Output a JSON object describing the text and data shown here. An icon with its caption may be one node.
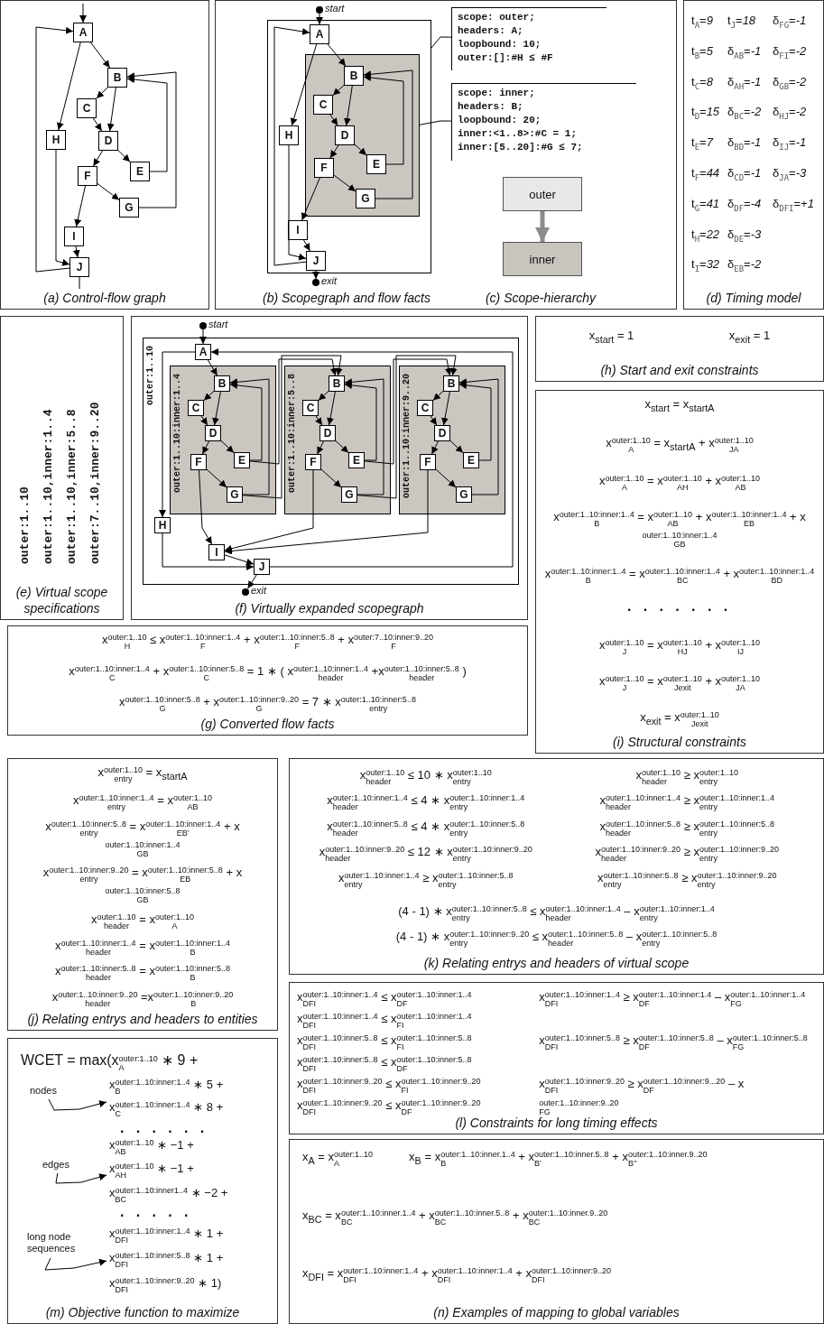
{
  "diagram": {
    "nodes": [
      {
        "text": [
          "(a) Control-flow graph"
        ]
      },
      {
        "text": [
          "A"
        ],
        "in": 0
      },
      {
        "text": [
          "B"
        ],
        "in": 0
      },
      {
        "text": [
          "C"
        ],
        "in": 0
      },
      {
        "text": [
          "D"
        ],
        "in": 0
      },
      {
        "text": [
          "E"
        ],
        "in": 0
      },
      {
        "text": [
          "F"
        ],
        "in": 0
      },
      {
        "text": [
          "G"
        ],
        "in": 0
      },
      {
        "text": [
          "H"
        ],
        "in": 0
      },
      {
        "text": [
          "I"
        ],
        "in": 0
      },
      {
        "text": [
          "J"
        ],
        "in": 0
      },
      {
        "text": [
          "(b) Scopegraph and flow facts",
          "(c) Scope-hierarchy"
        ]
      },
      {
        "text": [],
        "shape": "box",
        "in": 11
      },
      {
        "text": [],
        "shape": "circle",
        "beside": [
          "start"
        ],
        "in": 11
      },
      {
        "text": [
          "A"
        ],
        "in": 12
      },
      {
        "text": [],
        "shape": "box",
        "in": 12
      },
      {
        "text": [
          "B"
        ],
        "in": 15
      },
      {
        "text": [
          "C"
        ],
        "in": 15
      },
      {
        "text": [
          "D"
        ],
        "in": 15
      },
      {
        "text": [
          "E"
        ],
        "in": 15
      },
      {
        "text": [
          "F"
        ],
        "in": 15
      },
      {
        "text": [
          "G"
        ],
        "in": 15
      },
      {
        "text": [
          "H"
        ],
        "in": 12
      },
      {
        "text": [
          "I"
        ],
        "in": 12
      },
      {
        "text": [
          "J"
        ],
        "in": 12
      },
      {
        "text": [],
        "shape": "circle",
        "beside": [
          "exit"
        ],
        "in": 11
      },
      {
        "text": [
          "scope: outer;",
          "headers: A;",
          "loopbound: 10;",
          "outer:[]:#H ≤ #F"
        ],
        "in": 11
      },
      {
        "text": [
          "scope: inner;",
          "headers: B;",
          "loopbound: 20;",
          "inner:<1..8>:#C = 1;",
          "inner:[5..20]:#G ≤ 7;"
        ],
        "in": 11
      },
      {
        "text": [
          "outer"
        ],
        "in": 11
      },
      {
        "text": [
          "inner"
        ],
        "in": 11
      },
      {
        "text": [
          "t$_{A}$=*9*",
          "t$_{B}$=*5*",
          "t$_{C}$=*8*",
          "t$_{D}$=*15*",
          "t$_{E}$=*7*",
          "t$_{F}$=*44*",
          "t$_{G}$=*41*",
          "t$_{H}$=*22*",
          "t$_{I}$=*32*",
          "t$_{J}$=*18*",
          "δ$_{AB}$=*-1*",
          "δ$_{AH}$=*-1*",
          "δ$_{BC}$=*-2*",
          "δ$_{BD}$=*-1*",
          "δ$_{CD}$=*-1*",
          "δ$_{DF}$=*-4*",
          "δ$_{DE}$=*-3*",
          "δ$_{EB}$=*-2*",
          "δ$_{FG}$=*-1*",
          "δ$_{FI}$=*-2*",
          "δ$_{GB}$=*-2*",
          "δ$_{HJ}$=*-2*",
          "δ$_{IJ}$=*-1*",
          "δ$_{JA}$=*-3*",
          "δ$_{DFI}$=*+1*",
          "(d) Timing model"
        ]
      },
      {
        "text": [
          "outer:1..10",
          "outer:1..10,inner:1..4",
          "outer:1..10,inner:5..8",
          "outer:7..10,inner:9..20",
          "(e) Virtual scope specifications"
        ]
      },
      {
        "text": [
          "(f) Virtually expanded scopegraph"
        ]
      },
      {
        "text": [],
        "shape": "circle",
        "beside": [
          "start"
        ],
        "in": 32
      },
      {
        "text": [
          "outer:1..10"
        ],
        "in": 32
      },
      {
        "text": [
          "A"
        ],
        "in": 34
      },
      {
        "text": [
          "outer:1..10:inner:1..4"
        ],
        "in": 34
      },
      {
        "text": [
          "B"
        ],
        "in": 36
      },
      {
        "text": [
          "C"
        ],
        "in": 36
      },
      {
        "text": [
          "D"
        ],
        "in": 36
      },
      {
        "text": [
          "E"
        ],
        "in": 36
      },
      {
        "text": [
          "F"
        ],
        "in": 36
      },
      {
        "text": [
          "G"
        ],
        "in": 36
      },
      {
        "text": [
          "outer:1..10:inner:5..8"
        ],
        "in": 34
      },
      {
        "text": [
          "B"
        ],
        "in": 43
      },
      {
        "text": [
          "C"
        ],
        "in": 43
      },
      {
        "text": [
          "D"
        ],
        "in": 43
      },
      {
        "text": [
          "E"
        ],
        "in": 43
      },
      {
        "text": [
          "F"
        ],
        "in": 43
      },
      {
        "text": [
          "G"
        ],
        "in": 43
      },
      {
        "text": [
          "outer:1..10:inner:9..20"
        ],
        "in": 34
      },
      {
        "text": [
          "B"
        ],
        "in": 50
      },
      {
        "text": [
          "C"
        ],
        "in": 50
      },
      {
        "text": [
          "D"
        ],
        "in": 50
      },
      {
        "text": [
          "E"
        ],
        "in": 50
      },
      {
        "text": [
          "F"
        ],
        "in": 50
      },
      {
        "text": [
          "G"
        ],
        "in": 50
      },
      {
        "text": [
          "H"
        ],
        "in": 34
      },
      {
        "text": [
          "I"
        ],
        "in": 34
      },
      {
        "text": [
          "J"
        ],
        "in": 34
      },
      {
        "text": [],
        "shape": "circle",
        "beside": [
          "exit"
        ],
        "in": 32
      },
      {
        "text": [
          "x$_{start}$ = 1",
          "x$_{exit}$ = 1",
          "(h) Start and exit constraints"
        ]
      },
      {
        "text": [
          "x$_{start}$ = x$_{startA}$",
          "x$_{A}$$^{outer:1..10}$ = x$_{startA}$ + x$_{JA}$$^{outer:1..10}$",
          "x$_{A}$$^{outer:1..10}$ = x$_{AH}$$^{outer:1..10}$ + x$_{AB}$$^{outer:1..10}$",
          "x$_{B}$$^{outer:1..10:inner:1..4}$ = x$_{AB}$$^{outer:1..10}$ + x$_{EB}$$^{outer:1..10:inner:1..4}$ + x$_{GB}$$^{outer:1..10:inner:1..4}$",
          "x$_{B}$$^{outer:1..10:inner:1..4}$ = x$_{BC}$$^{outer:1..10:inner:1..4}$ + x$_{BD}$$^{outer:1..10:inner:1..4}$",
          "· · · · · · ·",
          "x$_{J}$$^{outer:1..10}$ = x$_{HJ}$$^{outer:1..10}$ + x$_{IJ}$$^{outer:1..10}$",
          "x$_{J}$$^{outer:1..10}$ = x$_{Jexit}$$^{outer:1..10}$ + x$_{JA}$$^{outer:1..10}$",
          "x$_{exit}$ = x$_{Jexit}$$^{outer:1..10}$",
          "(i) Structural constraints"
        ]
      },
      {
        "text": [
          "x$_{H}$$^{outer:1..10}$ ≤ x$_{F}$$^{outer:1..10:inner:1..4}$ + x$_{F}$$^{outer:1..10:inner:5..8}$ + x$_{F}$$^{outer:7..10:inner:9..20}$",
          "x$_{C}$$^{outer:1..10:inner:1..4}$ + x$_{C}$$^{outer:1..10:inner:5..8}$ = 1 ∗ ( x$_{header}$$^{outer:1..10:inner:1..4}$ +x$_{header}$$^{outer:1..10:inner:5..8}$ )",
          "x$_{G}$$^{outer:1..10:inner:5..8}$ + x$_{G}$$^{outer:1..10:inner:9..20}$ = 7 ∗ x$_{entry}$$^{outer:1..10:inner:5..8}$",
          "(g) Converted flow facts"
        ]
      },
      {
        "text": [
          "x$_{entry}$$^{outer:1..10}$ = x$_{startA}$",
          "x$_{entry}$$^{outer:1..10:inner:1..4}$ = x$_{AB}$$^{outer:1..10}$",
          "x$_{entry}$$^{outer:1..10:inner:5..8}$ = x$_{EB’}$$^{outer:1..10:inner:1..4}$ + x$_{GB}$$^{outer:1..10:inner:1..4}$",
          "x$_{entry}$$^{outer:1..10:inner:9..20}$ = x$_{EB}$$^{outer:1..10:inner:5..8}$ + x$_{GB}$$^{outer:1..10:inner:5..8}$",
          "x$_{header}$$^{outer:1..10}$ = x$_{A}$$^{outer:1..10}$",
          "x$_{header}$$^{outer:1..10:inner:1..4}$ = x$_{B}$$^{outer:1..10:inner:1..4}$",
          "x$_{header}$$^{outer:1..10:inner:5..8}$ = x$_{B}$$^{outer:1..10:inner:5..8}$",
          "x$_{header}$$^{outer:1..10:inner:9..20}$ =x$_{B}$$^{outer:1..10:inner:9..20}$",
          "(j) Relating entrys and headers to entities"
        ]
      },
      {
        "text": [
          "x$_{header}$$^{outer:1..10}$ ≤ 10 ∗ x$_{entry}$$^{outer:1..10}$",
          "x$_{header}$$^{outer:1..10}$ ≥ x$_{entry}$$^{outer:1..10}$",
          "x$_{header}$$^{outer:1..10:inner:1..4}$ ≤ 4 ∗ x$_{entry}$$^{outer:1..10:inner:1..4}$",
          "x$_{header}$$^{outer:1..10:inner:1..4}$ ≥ x$_{entry}$$^{outer:1..10:inner:1..4}$",
          "x$_{header}$$^{outer:1..10:inner:5..8}$ ≤ 4 ∗ x$_{entry}$$^{outer:1..10:inner:5..8}$",
          "x$_{header}$$^{outer:1..10:inner:5..8}$ ≥ x$_{entry}$$^{outer:1..10:inner:5..8}$",
          "x$_{header}$$^{outer:1..10:inner:9..20}$ ≤ 12 ∗ x$_{entry}$$^{outer:1..10:inner:9..20}$",
          "x$_{header}$$^{outer:1..10:inner:9..20}$ ≥ x$_{entry}$$^{outer:1..10:inner:9..20}$",
          "x$_{entry}$$^{outer:1..10:inner:1..4}$ ≥ x$_{entry}$$^{outer:1..10:inner:5..8}$",
          "x$_{entry}$$^{outer:1..10:inner:5..8}$ ≥ x$_{entry}$$^{outer:1..10:inner:9..20}$",
          "(4 - 1) ∗ x$_{entry}$$^{outer:1..10:inner:5..8}$ ≤ x$_{header}$$^{outer:1..10:inner:1..4}$ – x$_{entry}$$^{outer:1..10:inner:1..4}$",
          "(4 - 1) ∗ x$_{entry}$$^{outer:1..10:inner:9..20}$ ≤ x$_{header}$$^{outer:1..10:inner:5..8}$ – x$_{entry}$$^{outer:1..10:inner:5..8}$",
          "(k) Relating entrys and headers of virtual scope"
        ]
      },
      {
        "text": [
          "x$_{DFI}$$^{outer:1..10:inner:1..4}$ ≤ x$_{DF}$$^{outer:1..10:inner:1..4}$",
          "x$_{DFI}$$^{outer:1..10:inner:1..4}$ ≤ x$_{FI}$$^{outer:1..10:inner:1..4}$",
          "x$_{DFI}$$^{outer:1..10:inner:1..4}$ ≥ x$_{DF}$$^{outer:1..10:inner:1.4}$ – x$_{FG}$$^{outer:1..10:inner:1..4}$",
          "x$_{DFI}$$^{outer:1..10:inner:5..8}$ ≤ x$_{FI}$$^{outer:1..10:inner:5..8}$",
          "x$_{DFI}$$^{outer:1..10:inner:5..8}$ ≤ x$_{DF}$$^{outer:1..10:inner:5..8}$",
          "x$_{DFI}$$^{outer:1..10:inner:5..8}$ ≥ x$_{DF}$$^{outer:1..10:inner:5..8}$ – x$_{FG}$$^{outer:1..10:inner:5..8}$",
          "x$_{DFI}$$^{outer:1..10:inner:9..20}$ ≤ x$_{FI}$$^{outer:1..10:inner:9..20}$",
          "x$_{DFI}$$^{outer:1..10:inner:9..20}$ ≤ x$_{DF}$$^{outer:1..10:inner:9..20}$",
          "x$_{DFI}$$^{outer:1..10:inner:9..20}$ ≥ x$_{DF}$$^{outer:1..10:inner:9...20}$ – x$_{FG}$$^{outer:1..10:inner:9..20}$",
          "(l) Constraints for long timing effects"
        ]
      },
      {
        "text": [
          "WCET = max(x$_{A}$$^{outer:1..10}$ ∗ 9 +",
          "x$_{B}$$^{outer:1..10:inner:1..4}$ ∗ 5 +",
          "x$_{C}$$^{outer:1..10:inner:1..4}$ ∗ 8 +",
          "· · · · · ·",
          "x$_{AB}$$^{outer:1..10}$ ∗ −1 +",
          "x$_{AH}$$^{outer:1..10}$ ∗ −1 +",
          "x$_{BC}$$^{outer:1..10:inner1..4}$ ∗ −2 +",
          "· · · · ·",
          "x$_{DFI}$$^{outer:1..10:inner:1..4}$ ∗ 1 +",
          "x$_{DFI}$$^{outer:1..10:inner:5..8}$ ∗ 1 +",
          "x$_{DFI}$$^{outer:1..10:inner:9..20}$ ∗ 1)",
          "(m) Objective function to maximize"
        ]
      },
      {
        "text": [
          "nodes"
        ],
        "in": 67
      },
      {
        "text": [
          "edges"
        ],
        "in": 67
      },
      {
        "text": [
          "long node sequences"
        ],
        "in": 67
      },
      {
        "text": [
          "x$_{A}$ = x$_{A}$$^{outer:1..10}$",
          "x$_{B}$ = x$_{B}$$^{outer:1..10:inner.1..4}$ + x$_{B’}$$^{outer:1..10:inner.5..8}$ + x$_{B’’}$$^{outer:1..10:inner.9..20}$",
          "x$_{BC}$ = x$_{BC}$$^{outer:1..10:inner.1..4}$ + x$_{BC}$$^{outer:1..10:inner.5..8}$ + x$_{BC}$$^{outer:1..10:inner.9..20}$",
          "x$_{DFI}$ = x$_{DFI}$$^{outer:1..10:inner:1..4}$ + x$_{DFI}$$^{outer:1..10:inner:1..4}$ + x$_{DFI}$$^{outer:1..10:inner:9..20}$",
          "(n) Examples of mapping to global variables"
        ]
      }
    ],
    "edges": [
      {
        "from": null,
        "to": 1,
        "arrow": "to"
      },
      {
        "from": 1,
        "to": 2,
        "arrow": "to"
      },
      {
        "from": 1,
        "to": 8,
        "arrow": "to"
      },
      {
        "from": 2,
        "to": 3,
        "arrow": "to"
      },
      {
        "from": 2,
        "to": 4,
        "arrow": "to"
      },
      {
        "from": 3,
        "to": 4,
        "arrow": "to"
      },
      {
        "from": 4,
        "to": 5,
        "arrow": "to"
      },
      {
        "from": 4,
        "to": 6,
        "arrow": "to"
      },
      {
        "from": 5,
        "to": 2,
        "arrow": "to"
      },
      {
        "from": 6,
        "to": 7,
        "arrow": "to"
      },
      {
        "from": 6,
        "to": 9,
        "arrow": "to"
      },
      {
        "from": 7,
        "to": 2,
        "arrow": "to"
      },
      {
        "from": 8,
        "to": 10,
        "arrow": "to"
      },
      {
        "from": 9,
        "to": 10,
        "arrow": "to"
      },
      {
        "from": 10,
        "to": 1,
        "arrow": "to"
      },
      {
        "from": 10,
        "to": null,
        "arrow": "none"
      },
      {
        "from": 13,
        "to": 14,
        "arrow": "to"
      },
      {
        "from": 14,
        "to": 16,
        "arrow": "to"
      },
      {
        "from": 14,
        "to": 22,
        "arrow": "to"
      },
      {
        "from": 16,
        "to": 17,
        "arrow": "to"
      },
      {
        "from": 16,
        "to": 18,
        "arrow": "to"
      },
      {
        "from": 17,
        "to": 18,
        "arrow": "to"
      },
      {
        "from": 18,
        "to": 19,
        "arrow": "to"
      },
      {
        "from": 18,
        "to": 20,
        "arrow": "to"
      },
      {
        "from": 19,
        "to": 16,
        "arrow": "to"
      },
      {
        "from": 20,
        "to": 21,
        "arrow": "to"
      },
      {
        "from": 20,
        "to": 23,
        "arrow": "to"
      },
      {
        "from": 21,
        "to": 16,
        "arrow": "to"
      },
      {
        "from": 22,
        "to": 24,
        "arrow": "to"
      },
      {
        "from": 23,
        "to": 24,
        "arrow": "to"
      },
      {
        "from": 24,
        "to": 14,
        "arrow": "to"
      },
      {
        "from": 24,
        "to": 25,
        "arrow": "to"
      },
      {
        "from": 26,
        "to": 12,
        "arrow": "none"
      },
      {
        "from": 27,
        "to": 15,
        "arrow": "none"
      },
      {
        "from": 28,
        "to": 29,
        "arrow": "to",
        "style": "thick",
        "color": "#8c8c8c"
      },
      {
        "from": 33,
        "to": 35,
        "arrow": "to"
      },
      {
        "from": 35,
        "to": 37,
        "arrow": "to"
      },
      {
        "from": 35,
        "to": 57,
        "arrow": "to"
      },
      {
        "from": 37,
        "to": 38,
        "arrow": "to"
      },
      {
        "from": 37,
        "to": 39,
        "arrow": "to"
      },
      {
        "from": 38,
        "to": 39,
        "arrow": "to"
      },
      {
        "from": 39,
        "to": 40,
        "arrow": "to"
      },
      {
        "from": 39,
        "to": 41,
        "arrow": "to"
      },
      {
        "from": 40,
        "to": 37,
        "arrow": "to"
      },
      {
        "from": 41,
        "to": 42,
        "arrow": "to"
      },
      {
        "from": 42,
        "to": 37,
        "arrow": "to"
      },
      {
        "from": 41,
        "to": 58,
        "arrow": "to"
      },
      {
        "from": 44,
        "to": 45,
        "arrow": "to"
      },
      {
        "from": 44,
        "to": 46,
        "arrow": "to"
      },
      {
        "from": 45,
        "to": 46,
        "arrow": "to"
      },
      {
        "from": 46,
        "to": 47,
        "arrow": "to"
      },
      {
        "from": 46,
        "to": 48,
        "arrow": "to"
      },
      {
        "from": 47,
        "to": 44,
        "arrow": "to"
      },
      {
        "from": 48,
        "to": 49,
        "arrow": "to"
      },
      {
        "from": 49,
        "to": 44,
        "arrow": "to"
      },
      {
        "from": 48,
        "to": 58,
        "arrow": "to"
      },
      {
        "from": 51,
        "to": 52,
        "arrow": "to"
      },
      {
        "from": 51,
        "to": 53,
        "arrow": "to"
      },
      {
        "from": 52,
        "to": 53,
        "arrow": "to"
      },
      {
        "from": 53,
        "to": 54,
        "arrow": "to"
      },
      {
        "from": 53,
        "to": 55,
        "arrow": "to"
      },
      {
        "from": 54,
        "to": 51,
        "arrow": "to"
      },
      {
        "from": 55,
        "to": 56,
        "arrow": "to"
      },
      {
        "from": 56,
        "to": 51,
        "arrow": "to"
      },
      {
        "from": 55,
        "to": 58,
        "arrow": "to"
      },
      {
        "from": 40,
        "to": 44,
        "arrow": "to"
      },
      {
        "from": 42,
        "to": 44,
        "arrow": "to"
      },
      {
        "from": 47,
        "to": 51,
        "arrow": "to"
      },
      {
        "from": 49,
        "to": 51,
        "arrow": "to"
      },
      {
        "from": 57,
        "to": 59,
        "arrow": "to"
      },
      {
        "from": 58,
        "to": 59,
        "arrow": "to"
      },
      {
        "from": 59,
        "to": 35,
        "arrow": "to"
      },
      {
        "from": 59,
        "to": 60,
        "arrow": "to"
      },
      {
        "from": 68,
        "to": null,
        "arrow": "to"
      },
      {
        "from": 69,
        "to": null,
        "arrow": "to"
      },
      {
        "from": 70,
        "to": null,
        "arrow": "to"
      }
    ]
  }
}
